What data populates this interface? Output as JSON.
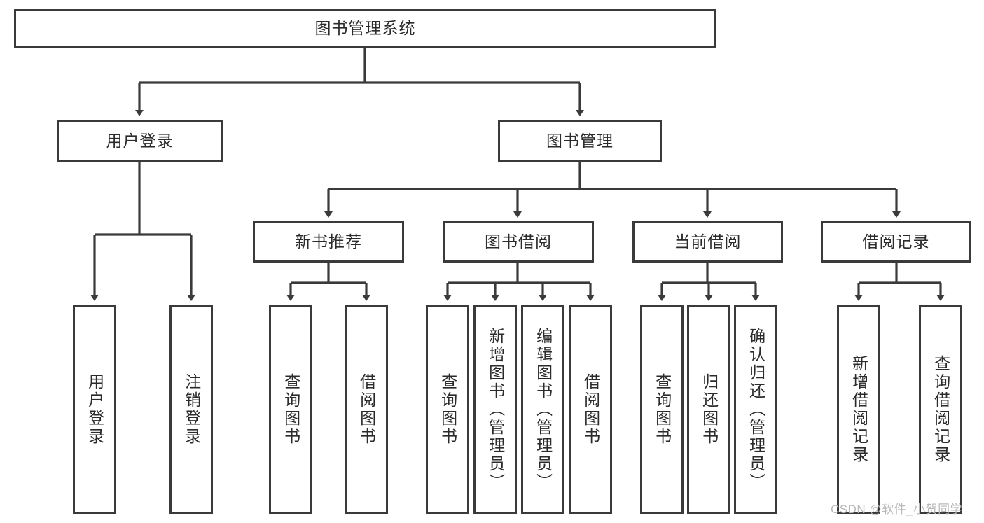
{
  "diagram": {
    "title": "图书管理系统",
    "type": "tree-hierarchy-diagram",
    "watermark": "CSDN @软件_小贺同学",
    "colors": {
      "box_border": "#3a3a3a",
      "box_fill": "#ffffff",
      "connector": "#3a3a3a",
      "text": "#2b2b2b",
      "watermark": "#b9b9b9",
      "background": "#ffffff"
    },
    "root": {
      "id": "root",
      "label": "图书管理系统"
    },
    "level2": [
      {
        "id": "user-login",
        "label": "用户登录"
      },
      {
        "id": "book-management",
        "label": "图书管理"
      }
    ],
    "level3": [
      {
        "id": "new-book-recommend",
        "label": "新书推荐"
      },
      {
        "id": "book-borrow",
        "label": "图书借阅"
      },
      {
        "id": "current-borrow",
        "label": "当前借阅"
      },
      {
        "id": "borrow-record",
        "label": "借阅记录"
      }
    ],
    "leaves": {
      "user_login": [
        {
          "id": "leaf-user-login",
          "label": "用户登录"
        },
        {
          "id": "leaf-logout-login",
          "label": "注销登录"
        }
      ],
      "new_book_recommend": [
        {
          "id": "leaf-query-book-1",
          "label": "查询图书"
        },
        {
          "id": "leaf-borrow-book-1",
          "label": "借阅图书"
        }
      ],
      "book_borrow": [
        {
          "id": "leaf-query-book-2",
          "label": "查询图书"
        },
        {
          "id": "leaf-add-book",
          "label": "新增图书（管理员）"
        },
        {
          "id": "leaf-edit-book",
          "label": "编辑图书（管理员）"
        },
        {
          "id": "leaf-borrow-book-2",
          "label": "借阅图书"
        }
      ],
      "current_borrow": [
        {
          "id": "leaf-query-book-3",
          "label": "查询图书"
        },
        {
          "id": "leaf-return-book",
          "label": "归还图书"
        },
        {
          "id": "leaf-confirm-return",
          "label": "确认归还（管理员）"
        }
      ],
      "borrow_record": [
        {
          "id": "leaf-add-record",
          "label": "新增借阅记录"
        },
        {
          "id": "leaf-query-record",
          "label": "查询借阅记录"
        }
      ]
    }
  }
}
